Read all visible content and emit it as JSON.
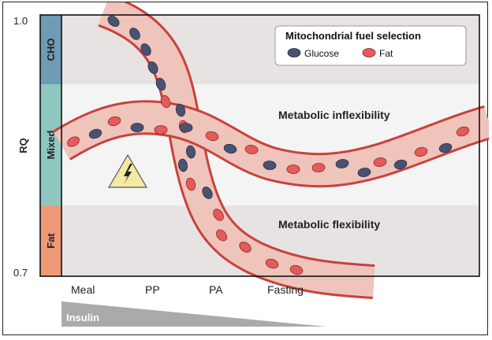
{
  "y_axis": {
    "label": "RQ",
    "top_value": "1.0",
    "bottom_value": "0.7"
  },
  "fuel_bands": [
    {
      "label": "CHO",
      "color": "#6e9bb5"
    },
    {
      "label": "Mixed",
      "color": "#8ec7bf"
    },
    {
      "label": "Fat",
      "color": "#ef9a76"
    }
  ],
  "regions": {
    "inflexibility": "Metabolic inflexibility",
    "flexibility": "Metabolic flexibility"
  },
  "legend": {
    "title": "Mitochondrial fuel selection",
    "items": [
      {
        "label": "Glucose",
        "color": "#4a5273"
      },
      {
        "label": "Fat",
        "color": "#e55a5a"
      }
    ]
  },
  "x_axis": {
    "ticks": [
      "Meal",
      "PP",
      "PA",
      "Fasting"
    ]
  },
  "insulin_label": "Insulin",
  "colors": {
    "vessel": "#efc4bb",
    "vessel_edge": "#c9423c",
    "mixed_zone": "#f4f4f4",
    "shaded_zone": "#e7e3e2",
    "warning": "#f3e9a2"
  },
  "warning_icon": "lightning-warning-icon"
}
